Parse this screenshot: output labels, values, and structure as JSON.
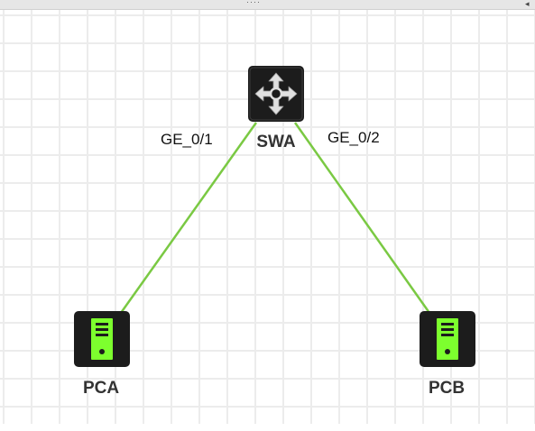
{
  "toolbar": {
    "grip_glyph": "····",
    "collapse_glyph": "◂"
  },
  "colors": {
    "link": "#7ac943",
    "device_body": "#1c1c1c",
    "server_accent": "#7dff2e",
    "switch_arrow": "#e0e0e0",
    "grid": "#ececec"
  },
  "topology": {
    "nodes": [
      {
        "id": "swa",
        "label": "SWA",
        "type": "switch",
        "icon": "layer3-switch-icon"
      },
      {
        "id": "pca",
        "label": "PCA",
        "type": "pc",
        "icon": "server-tower-icon"
      },
      {
        "id": "pcb",
        "label": "PCB",
        "type": "pc",
        "icon": "server-tower-icon"
      }
    ],
    "links": [
      {
        "from": "swa",
        "to": "pca",
        "port_label": "GE_0/1"
      },
      {
        "from": "swa",
        "to": "pcb",
        "port_label": "GE_0/2"
      }
    ]
  }
}
